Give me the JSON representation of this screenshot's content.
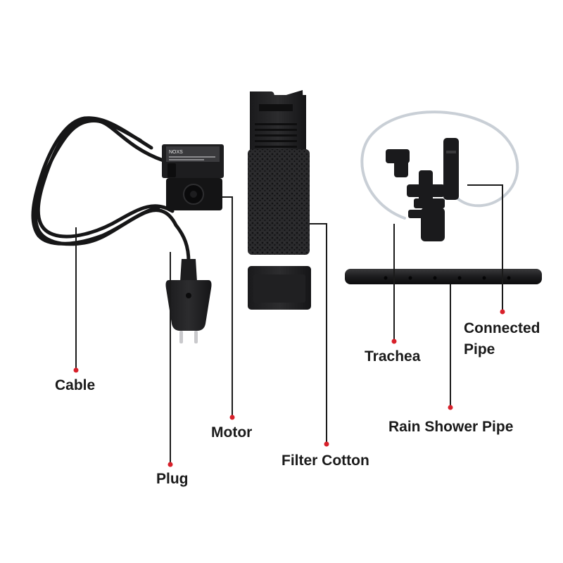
{
  "labels": {
    "cable": "Cable",
    "plug": "Plug",
    "motor": "Motor",
    "filter_cotton": "Filter Cotton",
    "trachea": "Trachea",
    "connected_pipe_line1": "Connected",
    "connected_pipe_line2": "Pipe",
    "rain_shower_pipe": "Rain Shower Pipe"
  },
  "pump_label": "NOXS",
  "colors": {
    "background": "#ffffff",
    "label_text": "#1a1a1a",
    "leader_line": "#1a1a1a",
    "dot": "#d8202a",
    "product_black": "#1c1c1e"
  }
}
